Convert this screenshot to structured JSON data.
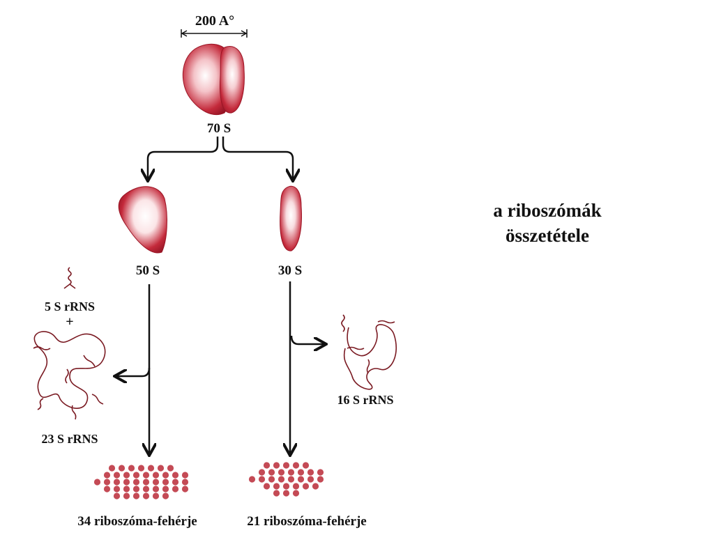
{
  "diagram": {
    "scale_label": "200 A°",
    "ribosome_70s": "70 S",
    "subunit_50s": "50 S",
    "subunit_30s": "30 S",
    "rrna_5s": "5 S rRNS",
    "plus": "+",
    "rrna_23s": "23 S rRNS",
    "rrna_16s": "16 S rRNS",
    "proteins_50s": "34 riboszóma-fehérje",
    "proteins_30s": "21 riboszóma-fehérje"
  },
  "title": {
    "line1": "a riboszómák",
    "line2": "összetétele"
  },
  "colors": {
    "ribosome": "#b81c2e",
    "ribosome_highlight": "#ffffff",
    "protein_dot": "#c44a55",
    "line": "#111111"
  }
}
